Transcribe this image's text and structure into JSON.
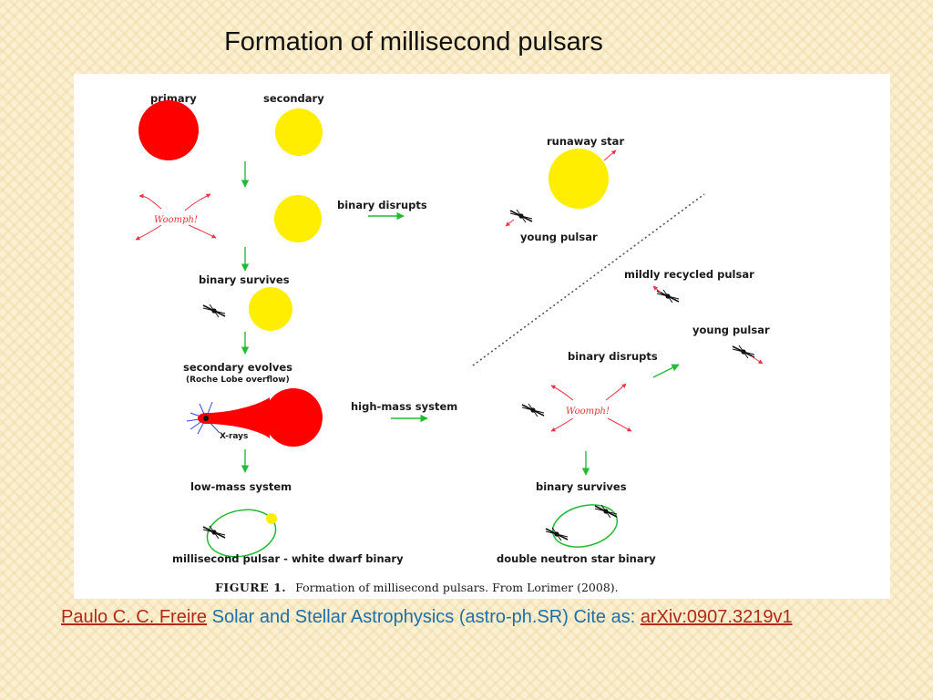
{
  "slide": {
    "title": "Formation of millisecond pulsars"
  },
  "figure": {
    "labels": {
      "primary": "primary",
      "secondary": "secondary",
      "runaway_star": "runaway star",
      "binary_disrupts_top": "binary disrupts",
      "young_pulsar_top": "young pulsar",
      "binary_survives_left": "binary survives",
      "mildly_recycled_pulsar": "mildly recycled pulsar",
      "young_pulsar_right": "young pulsar",
      "binary_disrupts_right": "binary disrupts",
      "secondary_evolves": "secondary evolves",
      "roche_lobe_overflow": "(Roche Lobe overflow)",
      "high_mass_system": "high-mass system",
      "x_rays": "X-rays",
      "low_mass_system": "low-mass system",
      "binary_survives_right": "binary survives",
      "msp_wd_binary": "millisecond pulsar - white dwarf binary",
      "double_ns_binary": "double neutron star binary",
      "woomph_1": "Woomph!",
      "woomph_2": "Woomph!"
    },
    "caption": {
      "figure_number": "FIGURE 1.",
      "text": "Formation of millisecond pulsars. From Lorimer (2008)."
    },
    "colors": {
      "primary_star": "#ff0000",
      "secondary_star": "#ffee00",
      "arrow_green": "#22bb33",
      "explosion_red": "#ee3344",
      "xray_blue": "#3344dd",
      "orbit_green": "#22bb33"
    }
  },
  "citation": {
    "author": "Paulo C. C. Freire",
    "text": " Solar and Stellar Astrophysics (astro-ph.SR) Cite as: ",
    "arxiv": "arXiv:0907.3219v1"
  }
}
